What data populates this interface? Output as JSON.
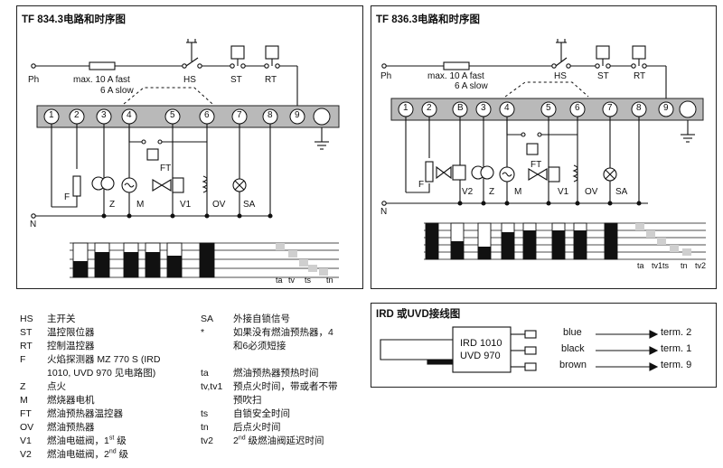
{
  "left_diagram": {
    "title": "TF 834.3电路和时序图",
    "ph_label": "Ph",
    "n_label": "N",
    "fuse_line1": "max. 10 A fast",
    "fuse_line2": "6 A slow",
    "hs_label": "HS",
    "st_label": "ST",
    "rt_label": "RT",
    "ft_label": "FT",
    "terminals": [
      "1",
      "2",
      "3",
      "4",
      "5",
      "6",
      "7",
      "8",
      "9"
    ],
    "component_labels": [
      "F",
      "Z",
      "M",
      "V1",
      "OV",
      "SA"
    ],
    "timing_labels": [
      "ta",
      "tv",
      "ts",
      "tn"
    ]
  },
  "right_diagram": {
    "title": "TF 836.3电路和时序图",
    "ph_label": "Ph",
    "n_label": "N",
    "fuse_line1": "max. 10 A fast",
    "fuse_line2": "6 A slow",
    "hs_label": "HS",
    "st_label": "ST",
    "rt_label": "RT",
    "ft_label": "FT",
    "terminals": [
      "1",
      "2",
      "B",
      "3",
      "4",
      "5",
      "6",
      "7",
      "8",
      "9"
    ],
    "component_labels": [
      "F",
      "V2",
      "Z",
      "M",
      "V1",
      "OV",
      "SA"
    ],
    "timing_labels": [
      "ta",
      "tv1ts",
      "tn",
      "tv2"
    ]
  },
  "ird_box": {
    "title": "IRD 或UVD接线图",
    "device_line1": "IRD 1010",
    "device_line2": "UVD 970",
    "wires": [
      {
        "color": "blue",
        "term": "term. 2"
      },
      {
        "color": "black",
        "term": "term. 1"
      },
      {
        "color": "brown",
        "term": "term. 9"
      }
    ]
  },
  "legend_left": [
    {
      "key": "HS",
      "text": "主开关"
    },
    {
      "key": "ST",
      "text": "温控限位器"
    },
    {
      "key": "RT",
      "text": "控制温控器"
    },
    {
      "key": "F",
      "text": "火焰探测器 MZ 770 S (IRD"
    },
    {
      "key": "",
      "text": "1010, UVD 970 见电路图)"
    },
    {
      "key": "Z",
      "text": "点火"
    },
    {
      "key": "M",
      "text": "燃烧器电机"
    },
    {
      "key": "FT",
      "text": "燃油预热器温控器"
    },
    {
      "key": "OV",
      "text": "燃油预热器"
    },
    {
      "key": "V1",
      "text": "燃油电磁阀，1",
      "sup": "st",
      "suffix": " 级"
    },
    {
      "key": "V2",
      "text": "燃油电磁阀，2",
      "sup": "nd",
      "suffix": " 级"
    }
  ],
  "legend_right": [
    {
      "key": "SA",
      "text": "外接自锁信号"
    },
    {
      "key": "*",
      "text": "如果没有燃油预热器，4"
    },
    {
      "key": "",
      "text": "和6必须短接"
    },
    {
      "key": "",
      "text": ""
    },
    {
      "key": "ta",
      "text": "燃油预热器预热时间"
    },
    {
      "key": "tv,tv1",
      "text": "预点火时间，带或者不带"
    },
    {
      "key": "",
      "text": "预吹扫"
    },
    {
      "key": "ts",
      "text": "自锁安全时间"
    },
    {
      "key": "tn",
      "text": "后点火时间"
    },
    {
      "key": "tv2",
      "text": "2",
      "sup": "nd",
      "suffix": " 级燃油阀延迟时间"
    }
  ]
}
